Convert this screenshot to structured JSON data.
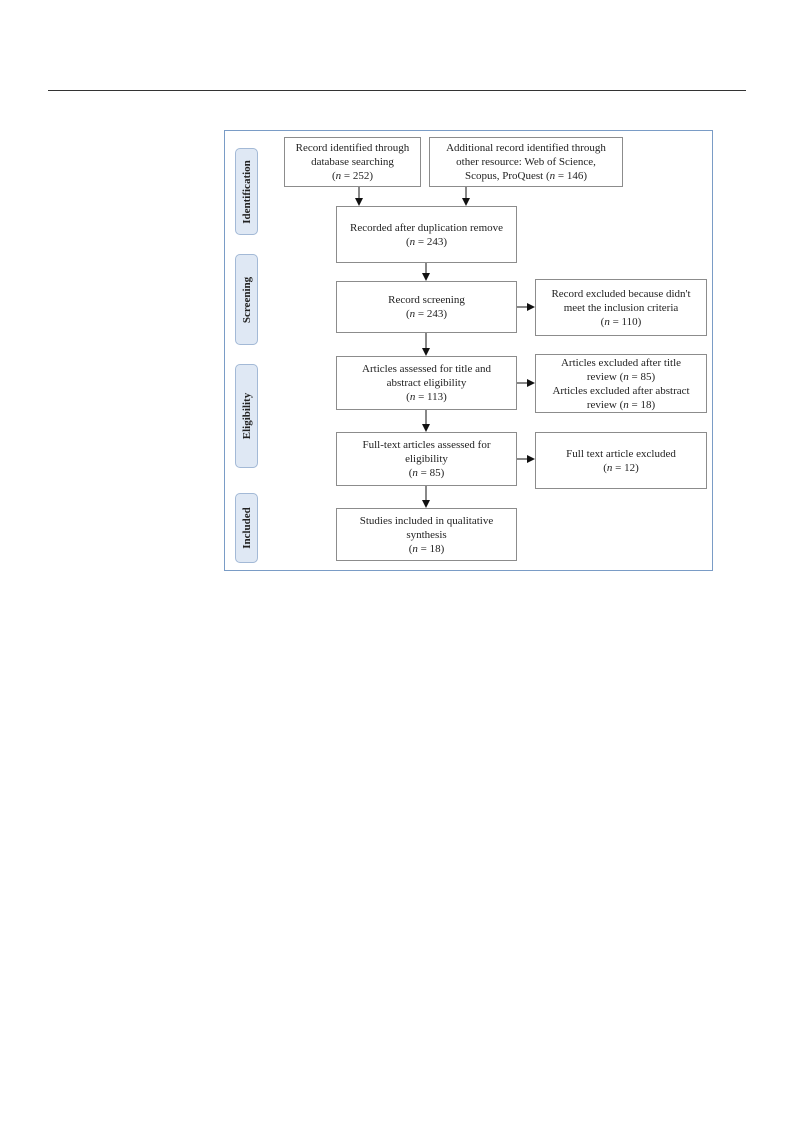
{
  "stages": [
    "Identification",
    "Screening",
    "Eligibility",
    "Included"
  ],
  "boxes": {
    "db": [
      "Record identified through",
      "database searching",
      "(",
      "n",
      " = 252)"
    ],
    "other": [
      "Additional record identified through",
      "other resource: Web of Science,",
      "Scopus, ProQuest (",
      "n",
      " = 146)"
    ],
    "dup": [
      "Recorded after duplication remove",
      "(",
      "n",
      " = 243)"
    ],
    "screen": [
      "Record screening",
      "(",
      "n",
      " = 243)"
    ],
    "excl1": [
      "Record excluded because didn't",
      "meet the inclusion criteria",
      "(",
      "n",
      " = 110)"
    ],
    "assess": [
      "Articles assessed for title and",
      "abstract eligibility",
      "(",
      "n",
      " = 113)"
    ],
    "excl2": [
      "Articles excluded after title",
      "review (",
      "n",
      " = 85)",
      "Articles excluded after abstract",
      "review (",
      "n",
      " = 18)"
    ],
    "fulltext": [
      "Full-text articles assessed for",
      "eligibility",
      "(",
      "n",
      " = 85)"
    ],
    "excl3": [
      "Full text article excluded",
      "(",
      "n",
      " = 12)"
    ],
    "included": [
      "Studies included in qualitative",
      "synthesis",
      "(",
      "n",
      " = 18)"
    ]
  }
}
